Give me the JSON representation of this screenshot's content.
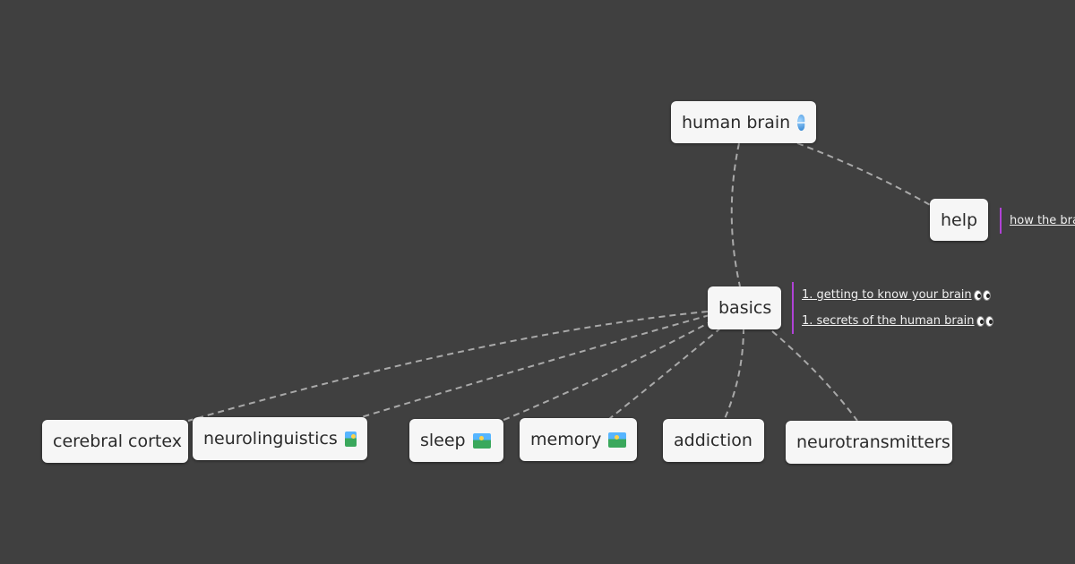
{
  "nodes": {
    "root": {
      "label": "human brain",
      "icon": "globe-icon"
    },
    "help": {
      "label": "help"
    },
    "basics": {
      "label": "basics"
    },
    "cortex": {
      "label": "cerebral cortex"
    },
    "neuroling": {
      "label": "neurolinguistics",
      "icon": "map-icon"
    },
    "sleep": {
      "label": "sleep",
      "icon": "map-icon"
    },
    "memory": {
      "label": "memory",
      "icon": "map-icon"
    },
    "addiction": {
      "label": "addiction"
    },
    "neurotrans": {
      "label": "neurotransmitters"
    }
  },
  "notes": {
    "help": [
      "how the bra"
    ],
    "basics": [
      "1. getting to know your brain ",
      "1. secrets of the human brain "
    ]
  },
  "colors": {
    "background": "#404040",
    "node": "#f6f6f6",
    "edge": "#a9a9a9",
    "note_bar": "#b042d6"
  }
}
